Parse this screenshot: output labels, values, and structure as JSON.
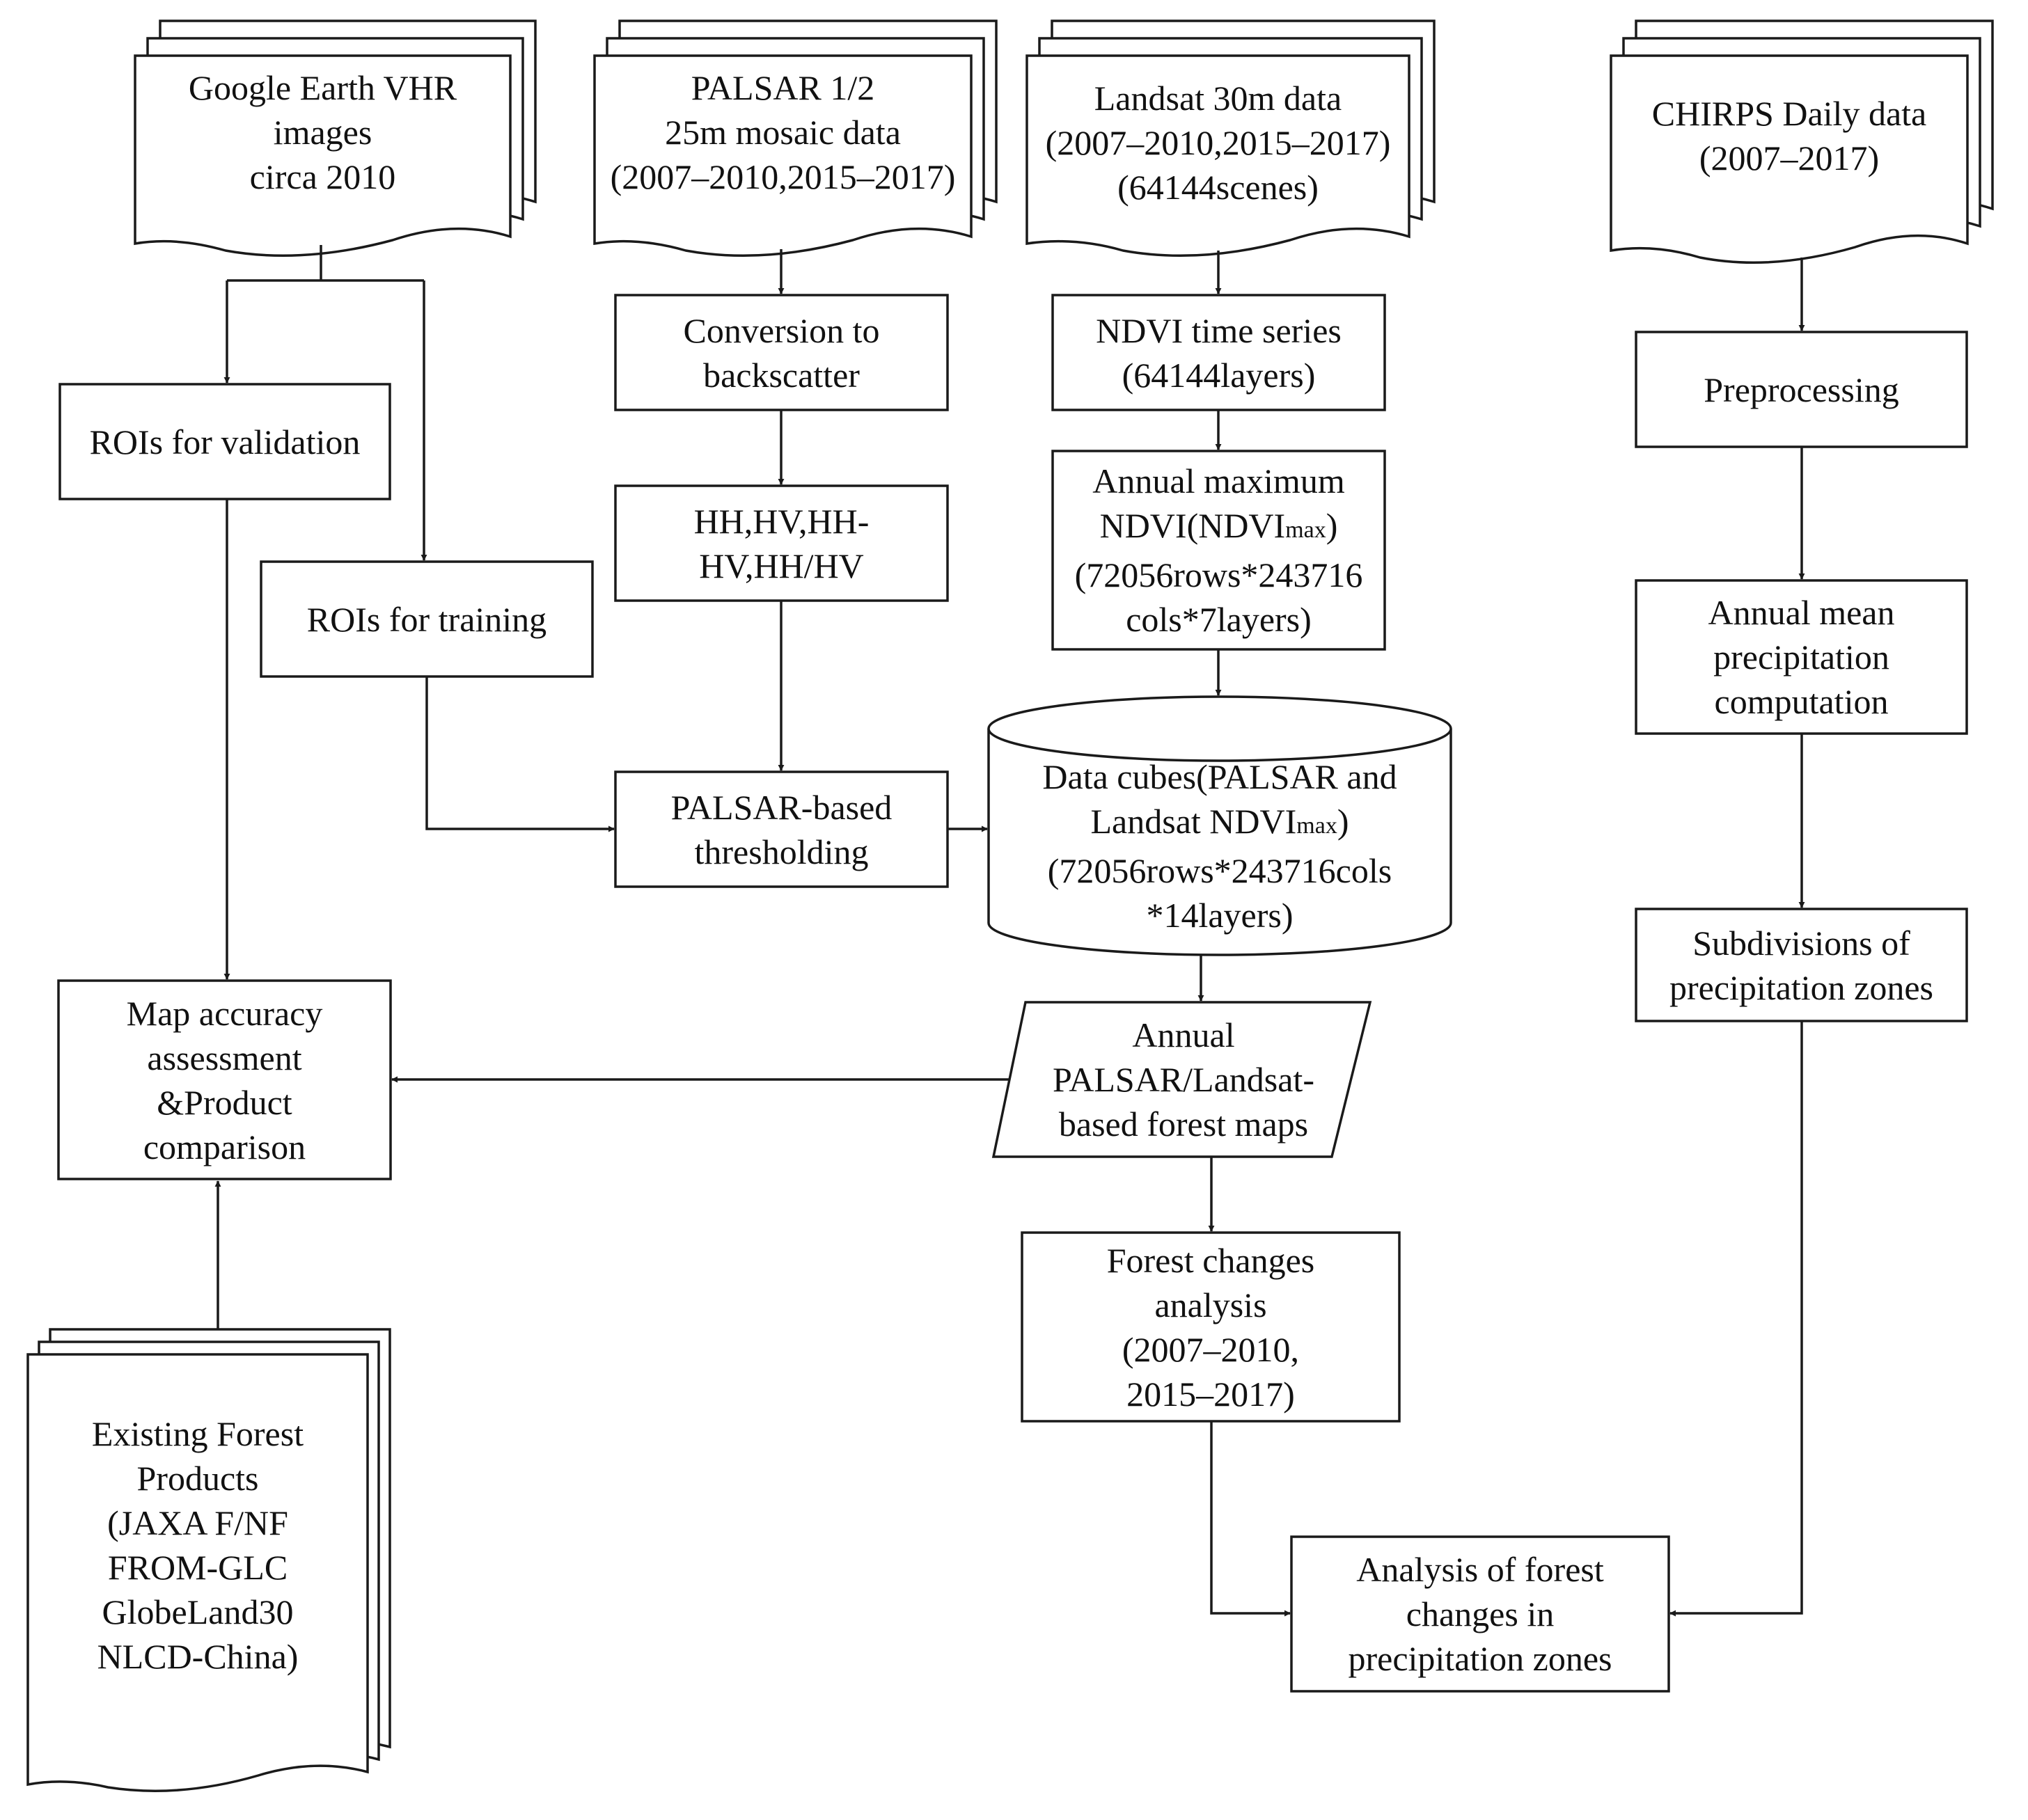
{
  "nodes": {
    "google_earth": "Google Earth VHR\nimages\ncirca 2010",
    "palsar_data": "PALSAR 1/2\n25m mosaic data\n(2007–2010,2015–2017)",
    "landsat_data": "Landsat 30m data\n(2007–2010,2015–2017)\n(64144scenes)",
    "chirps_data": "CHIRPS Daily data\n(2007–2017)",
    "rois_validation": "ROIs for validation",
    "rois_training": "ROIs for training",
    "conversion_backscatter": "Conversion to\nbackscatter",
    "hh_hv": "HH,HV,HH-\nHV,HH/HV",
    "palsar_thresholding": "PALSAR-based\nthresholding",
    "ndvi_time_series": "NDVI time series\n(64144layers)",
    "ndvi_max_prefix": "Annual maximum\nNDVI(NDVI",
    "ndvi_max_sub": "max",
    "ndvi_max_suffix": ")\n(72056rows*243716\ncols*7layers)",
    "data_cubes_prefix": "Data cubes(PALSAR and\nLandsat NDVI",
    "data_cubes_sub": "max",
    "data_cubes_suffix": ")\n(72056rows*243716cols\n*14layers)",
    "forest_maps": "Annual\nPALSAR/Landsat-\nbased forest maps",
    "map_accuracy": "Map accuracy\nassessment\n&Product\ncomparison",
    "existing_products": "Existing Forest\nProducts\n(JAXA F/NF\nFROM-GLC\nGlobeLand30\nNLCD-China)",
    "forest_changes": "Forest changes\nanalysis\n(2007–2010,\n2015–2017)",
    "preprocessing": "Preprocessing",
    "annual_mean_precip": "Annual mean\nprecipitation\ncomputation",
    "subdivisions": "Subdivisions of\nprecipitation zones",
    "analysis_zones": "Analysis of forest\nchanges in\nprecipitation zones"
  }
}
